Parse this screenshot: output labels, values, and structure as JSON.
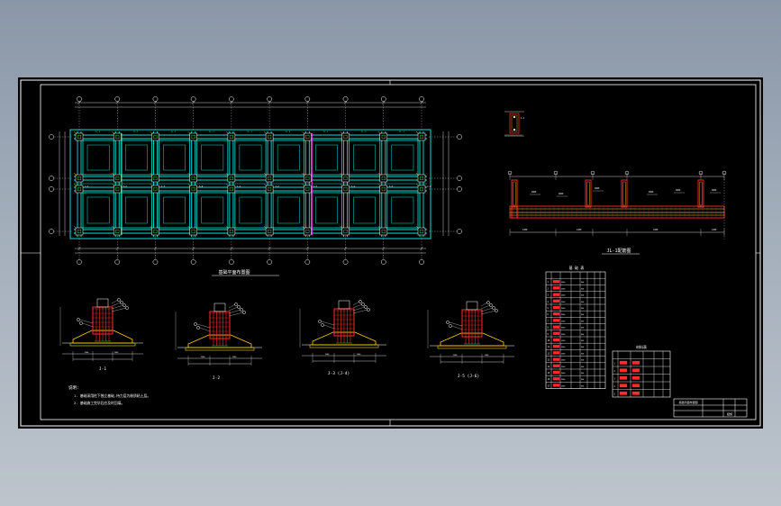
{
  "window": {
    "background": "#98a4b2"
  },
  "drawing": {
    "colors": {
      "paper": "#000000",
      "beam": "#00e5d4",
      "grid": "#ffffff",
      "rebar": "#ff2a2a",
      "yellow": "#ffd400",
      "green": "#2bd14b",
      "magenta": "#ff3de6"
    },
    "plan": {
      "column_axes": 10,
      "row_axes": 4,
      "title": "基础平面布置图"
    },
    "beam": {
      "title": "JL-1配筋图"
    },
    "details": [
      {
        "id": "J-1",
        "title": "J-1"
      },
      {
        "id": "J-2",
        "title": "J-2"
      },
      {
        "id": "J-3",
        "title": "J-3 (J-4)"
      },
      {
        "id": "J-5",
        "title": "J-5 (J-6)"
      }
    ],
    "notes": {
      "heading": "说明:",
      "lines": [
        "1. 基础采用柱下独立基础,持力层为粉质粘土层。",
        "2. 基础施工完毕后应及时回填。"
      ]
    },
    "table_main": {
      "title": "基 础 表",
      "rows": 18
    },
    "table_small": {
      "title": "材料表",
      "rows": 6
    },
    "title_block": {
      "drawing_name": "基础平面布置图",
      "drawing_no": "结施"
    }
  }
}
